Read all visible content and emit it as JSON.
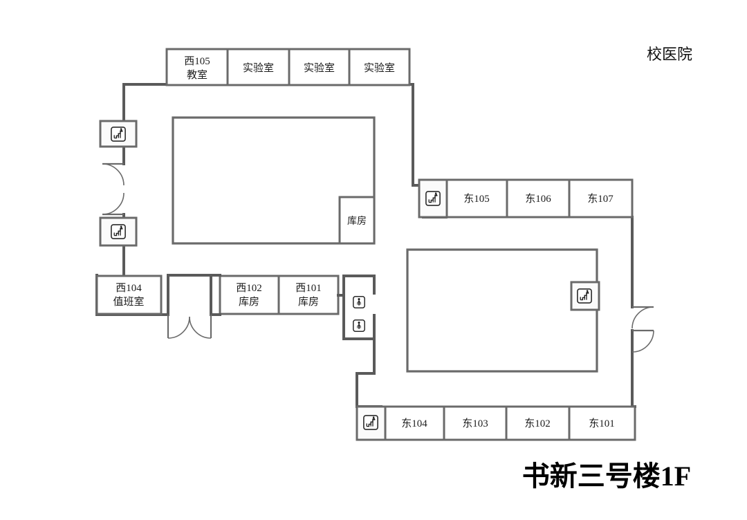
{
  "page": {
    "title": "书新三号楼1F",
    "corner_label": "校医院",
    "background_color": "#ffffff",
    "wall_color": "#5a5a5a",
    "text_color": "#1c1c1c"
  },
  "rooms": {
    "north_wing": [
      {
        "id": "west-105",
        "line1": "西105",
        "line2": "教室"
      },
      {
        "id": "lab-1",
        "line1": "实验室",
        "line2": ""
      },
      {
        "id": "lab-2",
        "line1": "实验室",
        "line2": ""
      },
      {
        "id": "lab-3",
        "line1": "实验室",
        "line2": ""
      }
    ],
    "west_wing": [
      {
        "id": "west-104",
        "line1": "西104",
        "line2": "值班室"
      },
      {
        "id": "west-102",
        "line1": "西102",
        "line2": "库房"
      },
      {
        "id": "west-101",
        "line1": "西101",
        "line2": "库房"
      }
    ],
    "west_courtyard_store": {
      "id": "store-room",
      "line1": "库房",
      "line2": ""
    },
    "east_north_wing": [
      {
        "id": "east-105",
        "line1": "东105",
        "line2": ""
      },
      {
        "id": "east-106",
        "line1": "东106",
        "line2": ""
      },
      {
        "id": "east-107",
        "line1": "东107",
        "line2": ""
      }
    ],
    "east_south_wing": [
      {
        "id": "east-104",
        "line1": "东104",
        "line2": ""
      },
      {
        "id": "east-103",
        "line1": "东103",
        "line2": ""
      },
      {
        "id": "east-102",
        "line1": "东102",
        "line2": ""
      },
      {
        "id": "east-101",
        "line1": "东101",
        "line2": ""
      }
    ]
  },
  "icons": {
    "stairs": [
      {
        "id": "stair-west-upper",
        "name": "stairs-icon"
      },
      {
        "id": "stair-west-lower",
        "name": "stairs-icon"
      },
      {
        "id": "stair-east-north",
        "name": "stairs-icon"
      },
      {
        "id": "stair-east-center",
        "name": "stairs-icon"
      },
      {
        "id": "stair-east-south",
        "name": "stairs-icon"
      }
    ],
    "restrooms": [
      {
        "id": "restroom-upper",
        "name": "restroom-icon"
      },
      {
        "id": "restroom-lower",
        "name": "restroom-icon"
      }
    ]
  },
  "doors": [
    {
      "id": "door-west-entrance",
      "type": "double-swing"
    },
    {
      "id": "door-south-west-entrance",
      "type": "double-swing"
    },
    {
      "id": "door-east-entrance",
      "type": "double-swing"
    }
  ]
}
